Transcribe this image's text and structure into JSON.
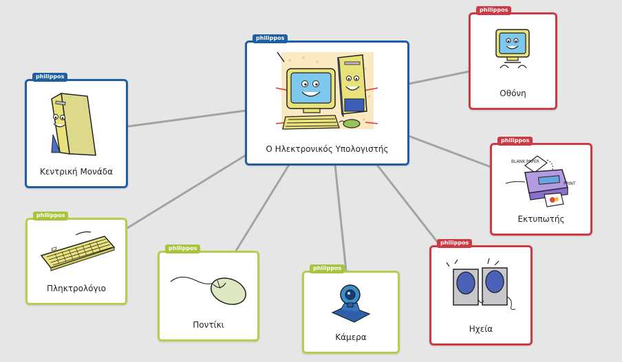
{
  "author_tag": "philippos",
  "colors": {
    "blue": "#1e5fa3",
    "red": "#cc3a44",
    "green": "#b3cf4c",
    "link": "#a3a3a3",
    "background": "#e6e6e6"
  },
  "nodes": {
    "center": {
      "label": "Ο Ηλεκτρονικός Υπολογιστής",
      "icon": "computer-illustration"
    },
    "cpu": {
      "label": "Κεντρική Μονάδα",
      "icon": "tower-case-illustration"
    },
    "monitor": {
      "label": "Οθόνη",
      "icon": "monitor-illustration"
    },
    "printer": {
      "label": "Εκτυπωτής",
      "icon": "printer-illustration",
      "art_text": {
        "paper": "BLANK PAPER",
        "print": "PRINT"
      }
    },
    "keyboard": {
      "label": "Πληκτρολόγιο",
      "icon": "keyboard-illustration"
    },
    "mouse": {
      "label": "Ποντίκι",
      "icon": "mouse-illustration"
    },
    "camera": {
      "label": "Κάμερα",
      "icon": "webcam-illustration"
    },
    "speakers": {
      "label": "Ηχεία",
      "icon": "speakers-illustration"
    }
  }
}
